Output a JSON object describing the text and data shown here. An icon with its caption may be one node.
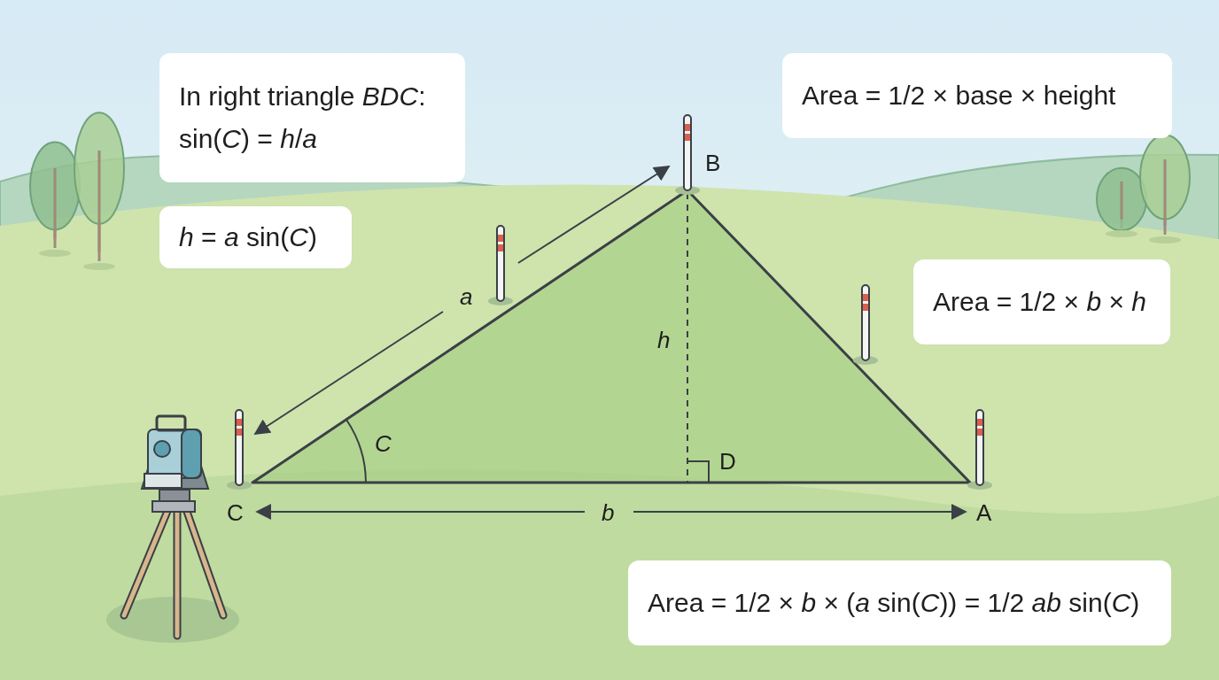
{
  "diagram": {
    "labels": [
      "In right triangle *BDC*:",
      "sin(*C*) = *h*/*a*",
      "Area = 1/2 × base × height",
      "B",
      "*h* = *a* sin(*C*)",
      "a",
      "Area = 1/2 × *b* × *h*",
      "h",
      "C",
      "D",
      "C",
      "b",
      "A",
      "Area = 1/2 × *b* × (*a* sin(*C*)) = 1/2 *ab* sin(*C*)"
    ]
  }
}
